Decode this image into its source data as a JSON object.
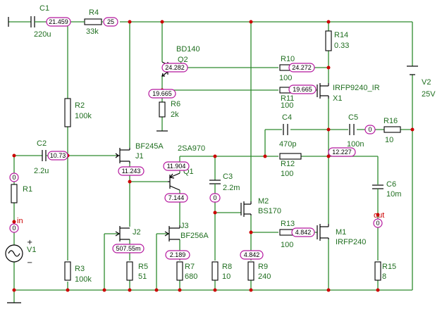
{
  "components": {
    "c1": {
      "ref": "C1",
      "value": "220u"
    },
    "r4": {
      "ref": "R4",
      "value": "33k"
    },
    "r2": {
      "ref": "R2",
      "value": "100k"
    },
    "r3": {
      "ref": "R3",
      "value": "100k"
    },
    "c2": {
      "ref": "C2",
      "value": "2.2u"
    },
    "r1": {
      "ref": "R1"
    },
    "v1": {
      "ref": "V1"
    },
    "j1": {
      "ref": "J1",
      "part": "BF245A"
    },
    "j2": {
      "ref": "J2"
    },
    "j3": {
      "ref": "J3",
      "part": "BF256A"
    },
    "q1": {
      "ref": "Q1",
      "part": "2SA970"
    },
    "q2": {
      "ref": "Q2",
      "part": "BD140"
    },
    "r5": {
      "ref": "R5",
      "value": "51"
    },
    "r6": {
      "ref": "R6",
      "value": "2k"
    },
    "r7": {
      "ref": "R7",
      "value": "680"
    },
    "r8": {
      "ref": "R8",
      "value": "10"
    },
    "r9": {
      "ref": "R9",
      "value": "240"
    },
    "c3": {
      "ref": "C3",
      "value": "2.2m"
    },
    "m2": {
      "ref": "M2",
      "part": "BS170"
    },
    "r10": {
      "ref": "R10",
      "value": "100"
    },
    "r11": {
      "ref": "R11",
      "value": "100"
    },
    "r12": {
      "ref": "R12",
      "value": "100"
    },
    "r13": {
      "ref": "R13",
      "value": "100"
    },
    "r14": {
      "ref": "R14",
      "value": "0.33"
    },
    "x1": {
      "ref": "X1",
      "part": "IRFP9240_IR"
    },
    "m1": {
      "ref": "M1",
      "part": "IRFP240"
    },
    "c4": {
      "ref": "C4",
      "value": "470p"
    },
    "c5": {
      "ref": "C5",
      "value": "100n"
    },
    "r16": {
      "ref": "R16",
      "value": "10"
    },
    "c6": {
      "ref": "C6",
      "value": "10m"
    },
    "r15": {
      "ref": "R15",
      "value": "8"
    },
    "v2": {
      "ref": "V2",
      "value": "25V"
    }
  },
  "probes": {
    "p_c1": "21.459",
    "p_r4": "25",
    "p_c2": "10.73",
    "p_j1s": "11.243",
    "p_q2b": "24.282",
    "p_r10": "24.272",
    "p_r6": "19.665",
    "p_r11": "19.665",
    "p_q1e": "11.904",
    "p_q1c": "7.144",
    "p_c3": "0",
    "p_j2": "507.55m",
    "p_j3": "2.189",
    "p_r9": "4.842",
    "p_r13": "4.842",
    "p_r12": "12.227",
    "p_c5": "0",
    "p_in": "0",
    "p_in2": "0",
    "p_out": "0"
  },
  "nets": {
    "in": "in",
    "out": "out"
  },
  "v_signs": {
    "plus": "+",
    "minus": "−"
  }
}
